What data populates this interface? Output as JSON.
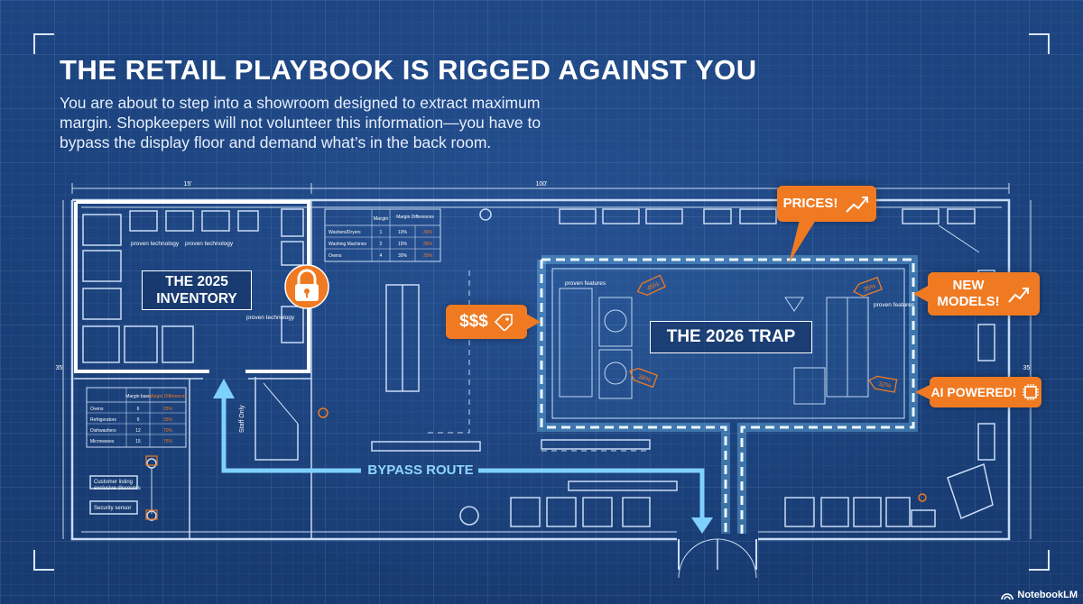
{
  "header": {
    "title": "THE RETAIL PLAYBOOK IS RIGGED AGAINST YOU",
    "subtitle": "You are about to step into a showroom designed to extract maximum margin. Shopkeepers will not volunteer this information—you have to bypass the display floor and demand what’s in the back room."
  },
  "zones": {
    "inventory_label": "THE 2025\nINVENTORY",
    "trap_label": "THE 2026 TRAP",
    "bypass_label": "BYPASS ROUTE"
  },
  "callouts": {
    "prices": "PRICES!",
    "new_models": "NEW\nMODELS!",
    "ai_powered": "AI POWERED!",
    "dollars": "$$$"
  },
  "tags": {
    "tag1": "45%",
    "tag2": "35%",
    "tag3": "38%",
    "tag4": "32%"
  },
  "plan_text": {
    "dim_left": "15'",
    "dim_top": "100'",
    "dim_side_left": "35'",
    "dim_side_right": "35'",
    "staff_only": "Staff Only",
    "note_a": "proven technology",
    "note_b": "proven technology",
    "note_c": "proven technology",
    "note_d": "proven features",
    "note_e": "proven features",
    "desk_a": "Customer listing\nexclusive discounts",
    "desk_b": "Security sensor"
  },
  "table_top": {
    "headers": [
      "",
      "Margin",
      "Margin Differences"
    ],
    "rows": [
      [
        "Washers/Dryers",
        "1",
        "10%",
        "35%"
      ],
      [
        "Washing Machines",
        "2",
        "15%",
        "35%"
      ],
      [
        "Ovens",
        "4",
        "30%",
        "35%"
      ]
    ]
  },
  "table_left": {
    "headers": [
      "",
      "Margin base",
      "Margin Differences"
    ],
    "rows": [
      [
        "Ovens",
        "6",
        "25%"
      ],
      [
        "Refrigerators",
        "9",
        "35%"
      ],
      [
        "Dishwashers",
        "12",
        "70%"
      ],
      [
        "Microwaves",
        "15",
        "75%"
      ]
    ]
  },
  "brand": {
    "name": "NotebookLM"
  },
  "colors": {
    "accent": "#ef7a22",
    "route": "#7fd0ff",
    "line": "#c9dcf5",
    "background": "#1b3f7a"
  },
  "icons": [
    "lock-icon",
    "price-tag-icon",
    "trend-up-icon",
    "chip-icon",
    "arrow-icon",
    "door-icon"
  ]
}
